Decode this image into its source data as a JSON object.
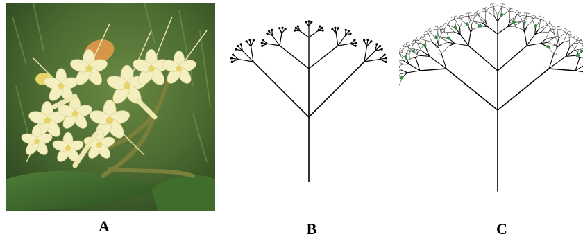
{
  "panels": [
    {
      "label": "A"
    },
    {
      "label": "B"
    },
    {
      "label": "C"
    }
  ],
  "colors": {
    "photo_bg_dark": "#2f4a22",
    "photo_bg_mid": "#4f6f35",
    "leaf": "#3e6b2c",
    "flower_cream": "#f4efc0",
    "flower_yellow": "#e6d36a",
    "flower_orange": "#d6964a",
    "stem": "#6f7a3a",
    "line": "#000000",
    "bud_green": "#3a8c4a"
  }
}
